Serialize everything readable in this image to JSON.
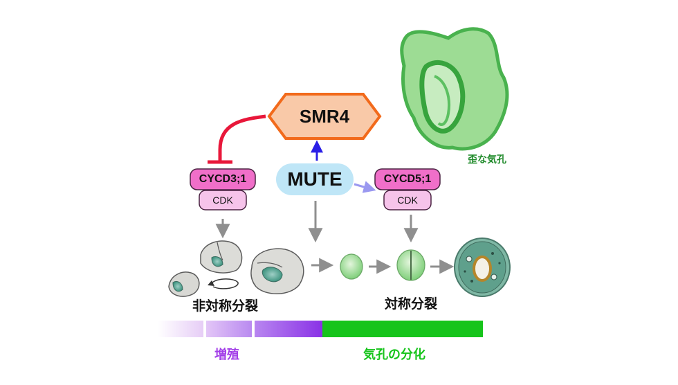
{
  "smr4": {
    "label": "SMR4"
  },
  "mute": {
    "label": "MUTE"
  },
  "left_complex": {
    "cyclin": "CYCD3;1",
    "kinase": "CDK"
  },
  "right_complex": {
    "cyclin": "CYCD5;1",
    "kinase": "CDK"
  },
  "labels": {
    "asymmetric_division": "非対称分裂",
    "symmetric_division": "対称分裂",
    "distorted_stoma": "歪な気孔",
    "proliferation": "増殖",
    "stomatal_differentiation": "気孔の分化"
  },
  "colors": {
    "smr4_fill": "#f9c9a8",
    "smr4_stroke": "#f26a1b",
    "mute_fill": "#bfe6f7",
    "cyclin_fill": "#f06fc9",
    "cdk_fill": "#f6c3ea",
    "inhibit": "#e8173a",
    "activate": "#2a1fe6",
    "activate_light": "#9a98f0",
    "arrow_gray": "#8f8f8f",
    "proliferation_purple": "#a23ee8",
    "differentiation_green": "#16c41b",
    "distorted_text": "#1f8a2a"
  }
}
